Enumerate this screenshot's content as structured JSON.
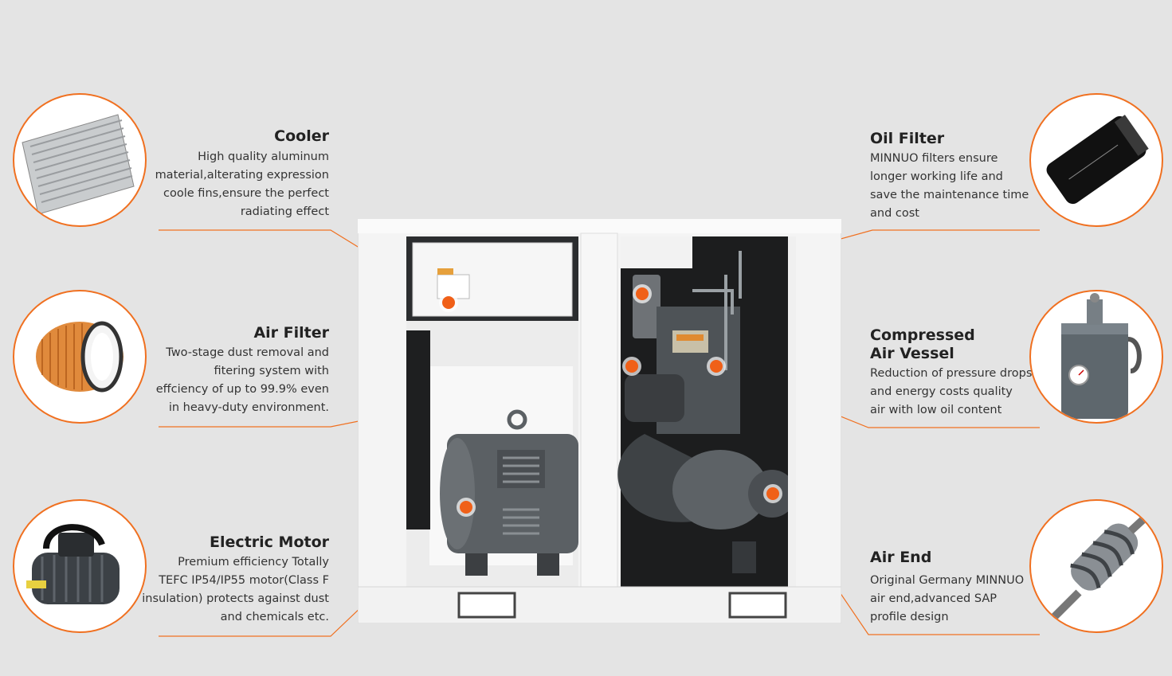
{
  "callouts": {
    "cooler": {
      "title": "Cooler",
      "lines": [
        "High quality aluminum",
        "material,alterating expression",
        "coole fins,ensure the perfect",
        "radiating effect"
      ],
      "icon": "aluminum-cooler-icon"
    },
    "air_filter": {
      "title": "Air Filter",
      "lines": [
        "Two-stage dust removal and",
        "fitering system with",
        "effciency of up to 99.9% even",
        "in heavy-duty environment."
      ],
      "icon": "air-filter-cartridge-icon"
    },
    "electric_motor": {
      "title": "Electric Motor",
      "lines": [
        "Premium efficiency Totally",
        "TEFC IP54/IP55 motor(Class F",
        "insulation) protects against dust",
        "and chemicals etc."
      ],
      "icon": "electric-motor-icon"
    },
    "oil_filter": {
      "title": "Oil Filter",
      "lines": [
        "MINNUO filters ensure",
        "longer working life and",
        "save the maintenance time",
        "and cost"
      ],
      "icon": "oil-filter-icon"
    },
    "air_vessel": {
      "title_line1": "Compressed",
      "title_line2": "Air Vessel",
      "lines": [
        "Reduction of pressure drops",
        "and energy costs quality",
        "air with low oil content"
      ],
      "icon": "air-vessel-tank-icon"
    },
    "air_end": {
      "title": "Air End",
      "lines": [
        "Original Germany MINNUO",
        "air end,advanced SAP",
        "profile design"
      ],
      "icon": "screw-rotor-icon"
    }
  },
  "colors": {
    "background": "#e4e4e4",
    "accent": "#f07020",
    "text": "#222222",
    "machine_frame": "#f5f5f5",
    "machine_metal": "#5a5f63"
  },
  "product": {
    "icon": "screw-air-compressor-icon"
  }
}
